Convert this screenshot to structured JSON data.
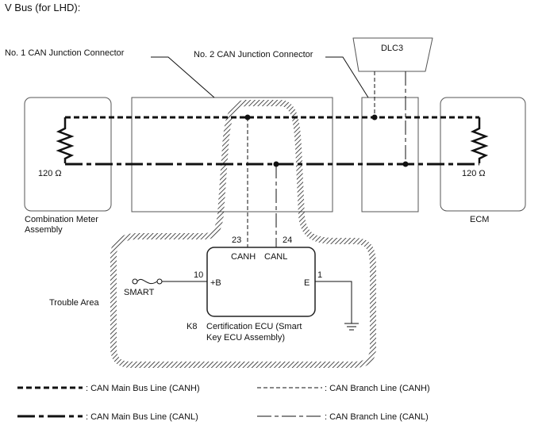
{
  "title": "V Bus (for LHD):",
  "labels": {
    "junction1": "No. 1 CAN Junction Connector",
    "junction2": "No. 2 CAN Junction Connector",
    "dlc3": "DLC3",
    "res_left": "120 Ω",
    "res_right": "120 Ω",
    "combo_line1": "Combination Meter",
    "combo_line2": "Assembly",
    "ecm": "ECM",
    "trouble_area": "Trouble Area",
    "pin_canh": "23",
    "pin_canl": "24",
    "canh": "CANH",
    "canl": "CANL",
    "pin_b": "10",
    "plus_b": "+B",
    "pin_e": "1",
    "e": "E",
    "smart": "SMART",
    "k8": "K8",
    "ecu_line1": "Certification ECU (Smart",
    "ecu_line2": "Key ECU Assembly)"
  },
  "legend": {
    "canh_main": ": CAN Main Bus Line (CANH)",
    "canh_branch": ": CAN Branch Line (CANH)",
    "canl_main": ": CAN Main Bus Line (CANL)",
    "canl_branch": ": CAN Branch Line (CANL)"
  }
}
